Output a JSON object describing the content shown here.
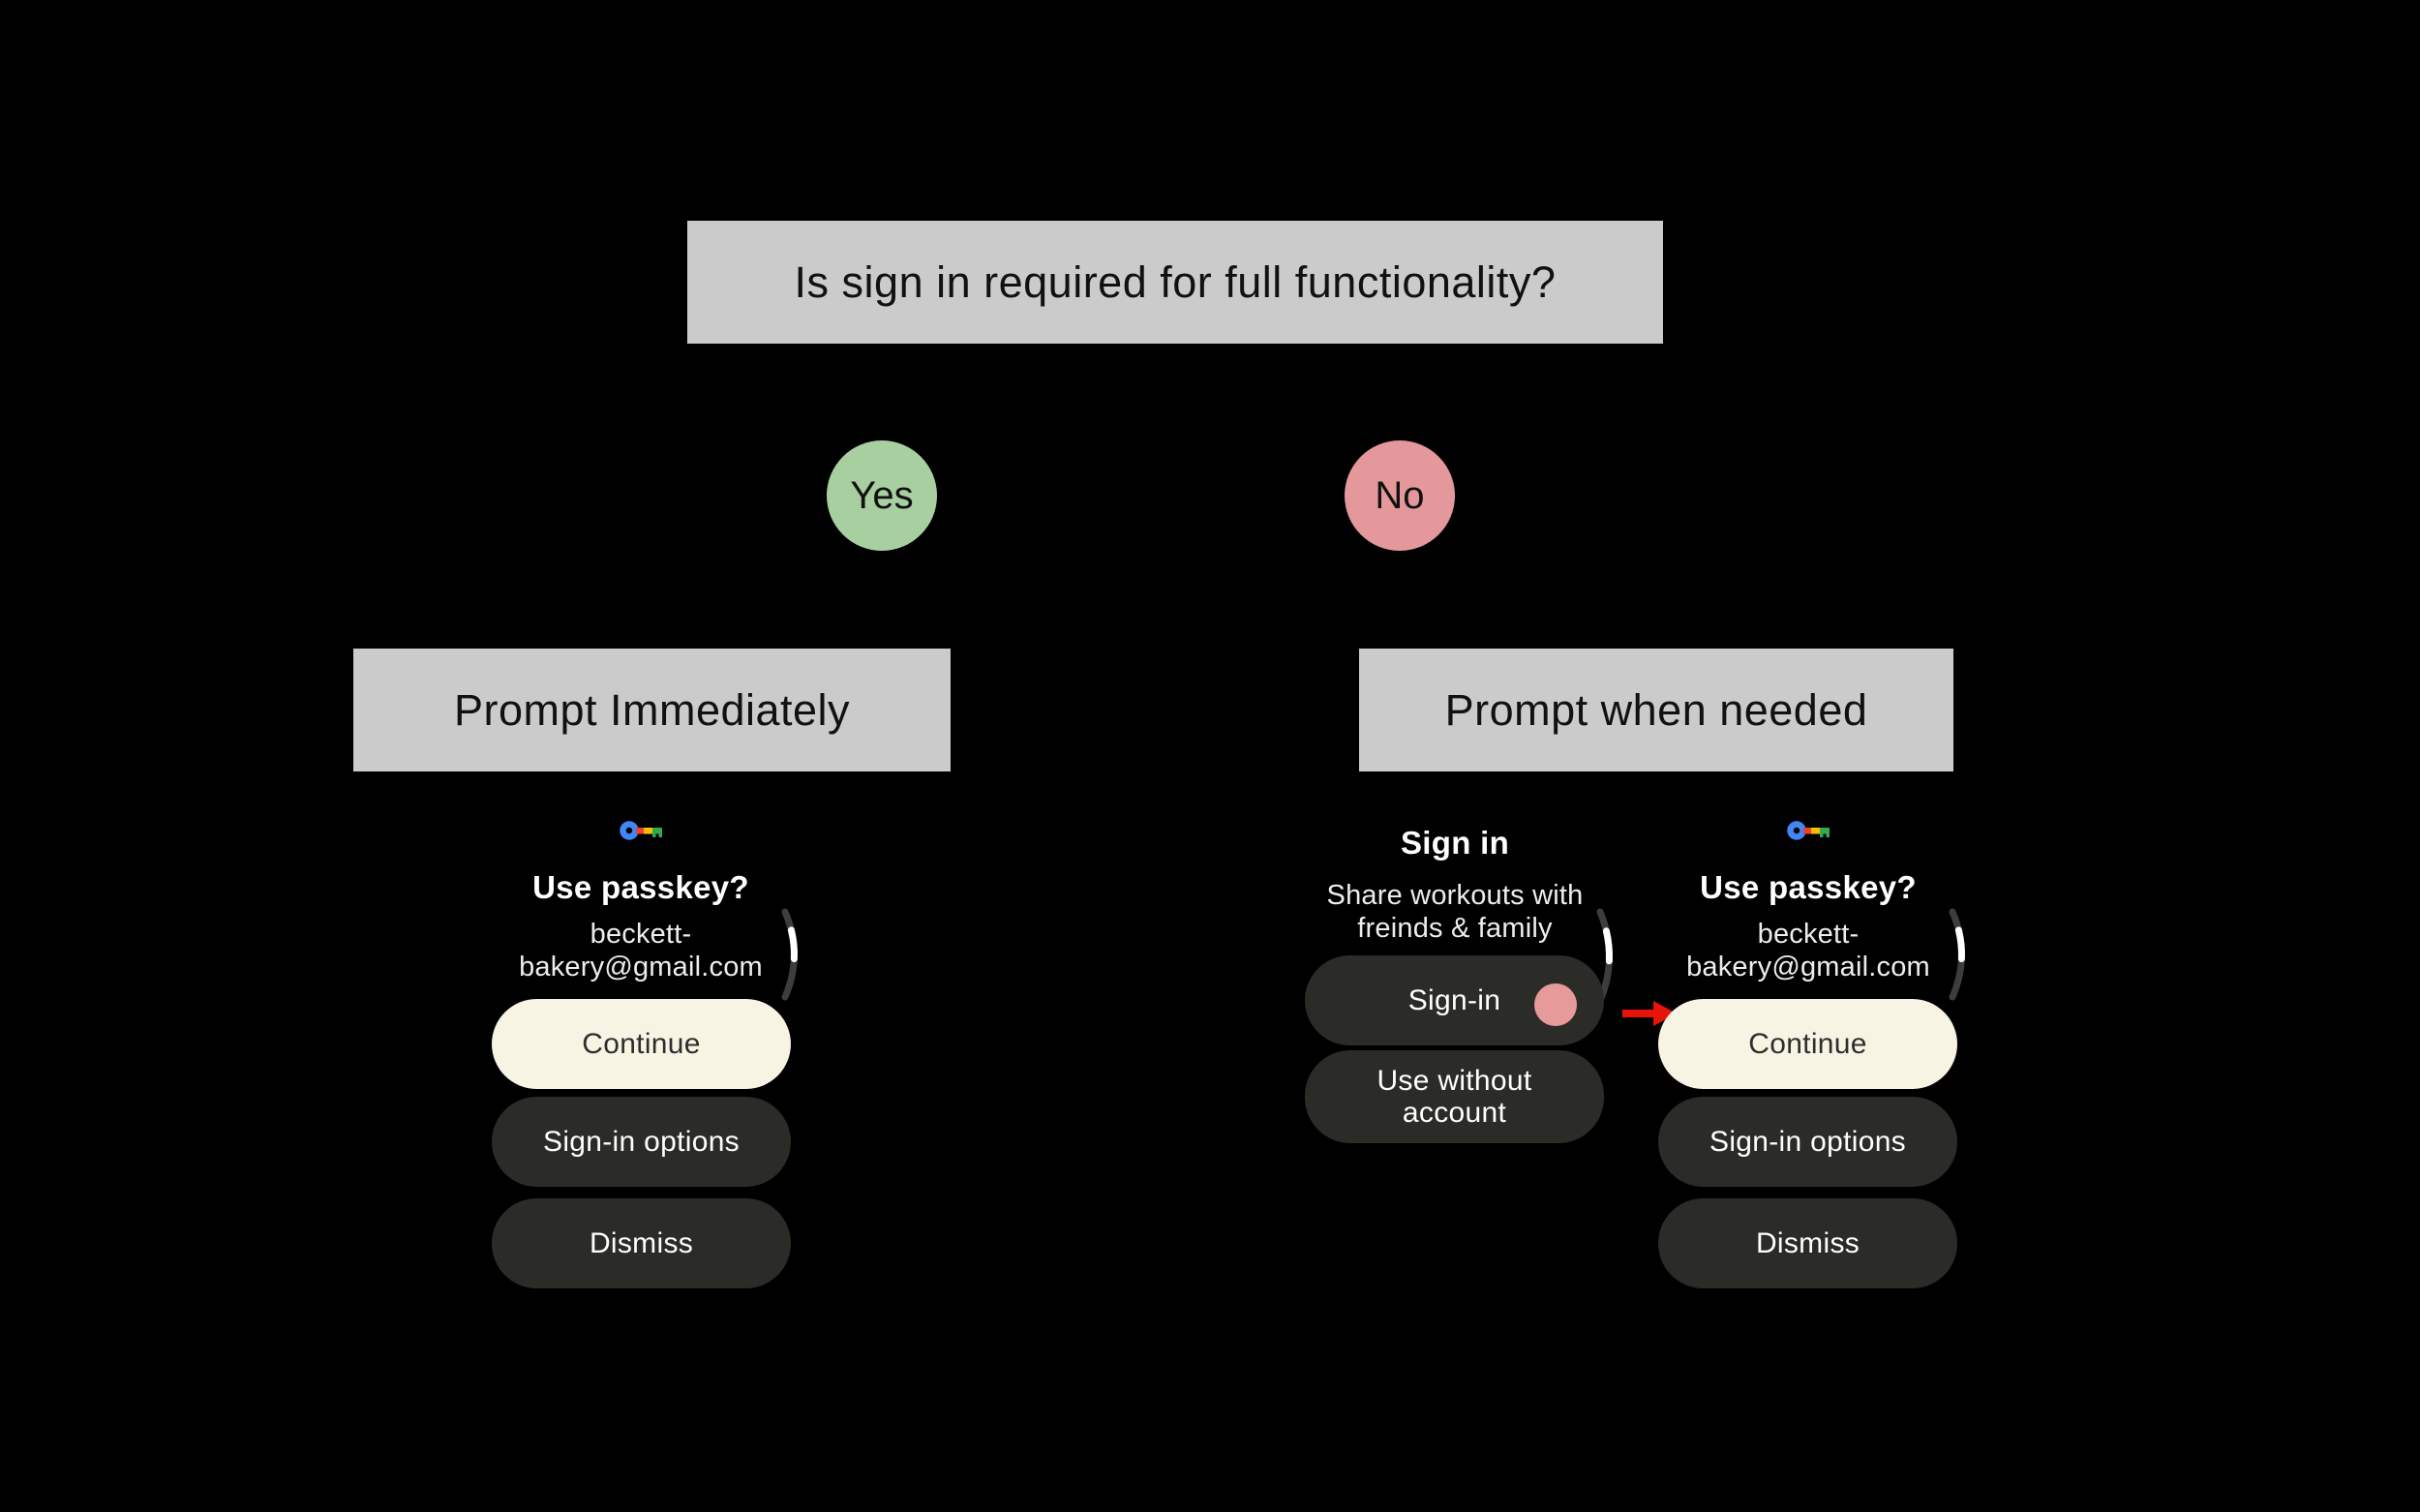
{
  "flowchart": {
    "question": "Is sign in required for full functionality?",
    "yes_label": "Yes",
    "no_label": "No",
    "yes_branch_title": "Prompt Immediately",
    "no_branch_title": "Prompt when needed"
  },
  "passkey_screen": {
    "icon": "passkey-key-icon",
    "title": "Use passkey?",
    "account_line1": "beckett-",
    "account_line2": "bakery@gmail.com",
    "continue_label": "Continue",
    "signin_options_label": "Sign-in options",
    "dismiss_label": "Dismiss"
  },
  "signin_screen": {
    "title": "Sign in",
    "subtitle_line1": "Share workouts with",
    "subtitle_line2": "freinds & family",
    "signin_label": "Sign-in",
    "use_without_line1": "Use without",
    "use_without_line2": "account"
  },
  "colors": {
    "yes-green": "#a8cfa0",
    "no-pink": "#e5989b",
    "box-gray": "#cbcbcb",
    "cream": "#f8f4e4",
    "dark-btn": "#2b2b28",
    "touch-pink": "#e79a9a",
    "arrow-red": "#e81409",
    "passkey-blue": "#4285F4",
    "passkey-red": "#EA4335",
    "passkey-yellow": "#FBBC04",
    "passkey-green": "#34A853"
  }
}
